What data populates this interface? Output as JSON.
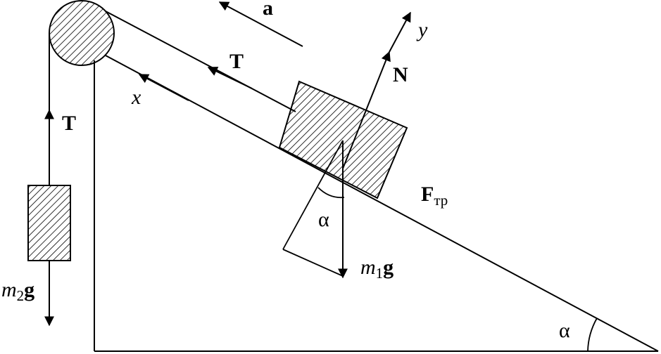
{
  "labels": {
    "acceleration": "a",
    "tension_rope": "T",
    "tension_hanging": "T",
    "normal_force": "N",
    "x_axis": "x",
    "y_axis": "y",
    "friction_main": "F",
    "friction_sub": "тр",
    "angle_block": "α",
    "angle_incline": "α",
    "gravity1_m": "m",
    "gravity1_sub": "1",
    "gravity1_g": "g",
    "gravity2_m": "m",
    "gravity2_sub": "2",
    "gravity2_g": "g"
  },
  "colors": {
    "ink": "#000000",
    "background": "#ffffff"
  }
}
